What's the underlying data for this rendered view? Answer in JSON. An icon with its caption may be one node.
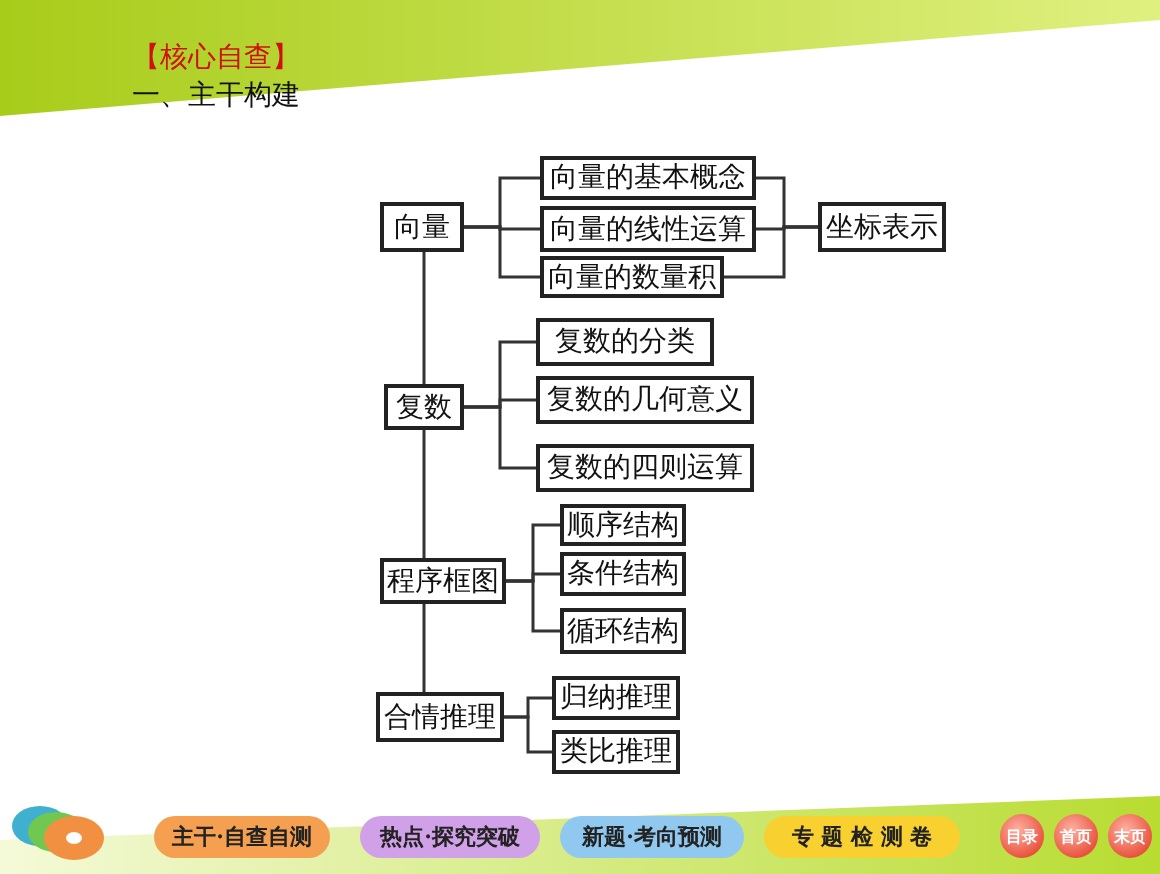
{
  "diagram": {
    "nodes": [
      {
        "text": [
          "向量"
        ]
      },
      {
        "text": [
          "向量的基本概念"
        ]
      },
      {
        "text": [
          "向量的线性运算"
        ]
      },
      {
        "text": [
          "向量的数量积"
        ]
      },
      {
        "text": [
          "坐标表示"
        ]
      },
      {
        "text": [
          "复数"
        ]
      },
      {
        "text": [
          "复数的分类"
        ]
      },
      {
        "text": [
          "复数的几何意义"
        ]
      },
      {
        "text": [
          "复数的四则运算"
        ]
      },
      {
        "text": [
          "程序框图"
        ]
      },
      {
        "text": [
          "顺序结构"
        ]
      },
      {
        "text": [
          "条件结构"
        ]
      },
      {
        "text": [
          "循环结构"
        ]
      },
      {
        "text": [
          "合情推理"
        ]
      },
      {
        "text": [
          "归纳推理"
        ]
      },
      {
        "text": [
          "类比推理"
        ]
      }
    ],
    "edges": [
      {
        "from": 0,
        "to": 1,
        "arrow": "none"
      },
      {
        "from": 0,
        "to": 2,
        "arrow": "none"
      },
      {
        "from": 0,
        "to": 3,
        "arrow": "none"
      },
      {
        "from": 1,
        "to": 4,
        "arrow": "none"
      },
      {
        "from": 2,
        "to": 4,
        "arrow": "none"
      },
      {
        "from": 3,
        "to": 4,
        "arrow": "none"
      },
      {
        "from": 0,
        "to": 5,
        "arrow": "none"
      },
      {
        "from": 5,
        "to": 6,
        "arrow": "none"
      },
      {
        "from": 5,
        "to": 7,
        "arrow": "none"
      },
      {
        "from": 5,
        "to": 8,
        "arrow": "none"
      },
      {
        "from": 5,
        "to": 9,
        "arrow": "none"
      },
      {
        "from": 9,
        "to": 10,
        "arrow": "none"
      },
      {
        "from": 9,
        "to": 11,
        "arrow": "none"
      },
      {
        "from": 9,
        "to": 12,
        "arrow": "none"
      },
      {
        "from": 9,
        "to": 13,
        "arrow": "none"
      },
      {
        "from": 13,
        "to": 14,
        "arrow": "none"
      },
      {
        "from": 13,
        "to": 15,
        "arrow": "none"
      }
    ],
    "labels": [
      "【核心自查】",
      "一、主干构建",
      "主干·自查自测",
      "热点·探究突破",
      "新题·考向预测",
      "专 题 检 测 卷",
      "目录",
      "首页",
      "末页"
    ]
  }
}
